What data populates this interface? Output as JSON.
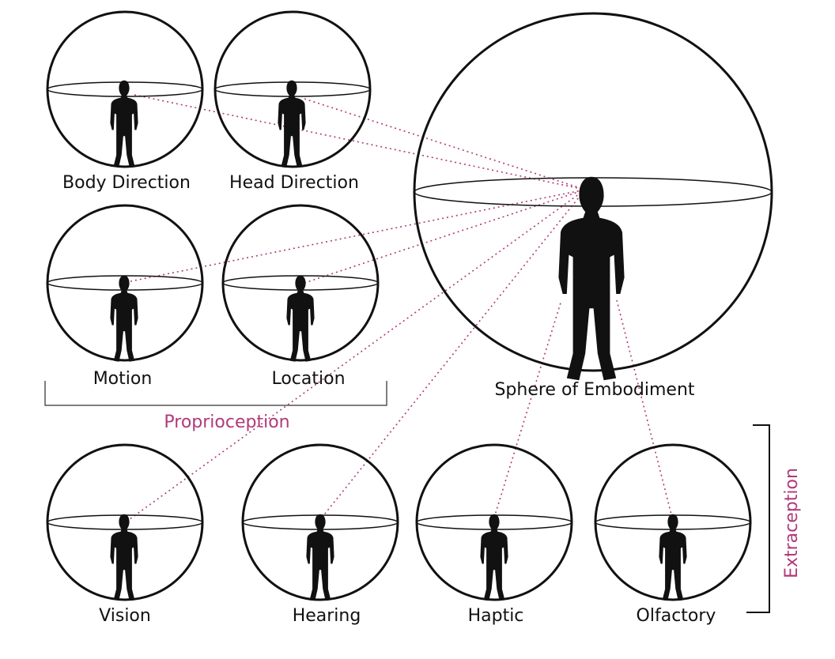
{
  "spheres": {
    "body_direction": "Body Direction",
    "head_direction": "Head Direction",
    "motion": "Motion",
    "location": "Location",
    "embodiment": "Sphere of Embodiment",
    "vision": "Vision",
    "hearing": "Hearing",
    "haptic": "Haptic",
    "olfactory": "Olfactory"
  },
  "groups": {
    "proprioception": "Proprioception",
    "extraception": "Extraception"
  },
  "colors": {
    "accent": "#b03a7a",
    "line": "#111111",
    "figure": "#111111"
  }
}
